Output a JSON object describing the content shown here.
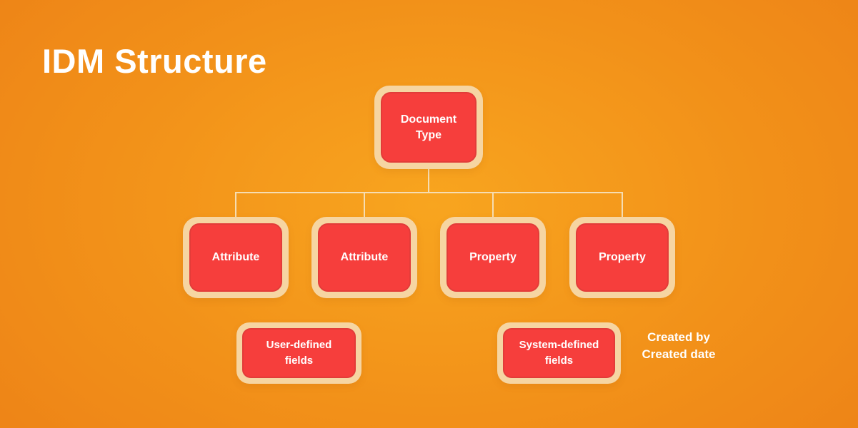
{
  "title": "IDM Structure",
  "diagram": {
    "root": {
      "label": "Document Type"
    },
    "children": [
      {
        "label": "Attribute"
      },
      {
        "label": "Attribute"
      },
      {
        "label": "Property"
      },
      {
        "label": "Property"
      }
    ],
    "leaves": [
      {
        "label": "User-defined fields"
      },
      {
        "label": "System-defined fields"
      }
    ],
    "annotation": {
      "line1": "Created by",
      "line2": "Created date"
    }
  },
  "colors": {
    "background_center": "#f8a51f",
    "background_edge": "#ee8517",
    "node_fill": "#f63e3c",
    "node_border": "#f6d5a2",
    "connector": "#f6ddb2",
    "text": "#ffffff"
  }
}
